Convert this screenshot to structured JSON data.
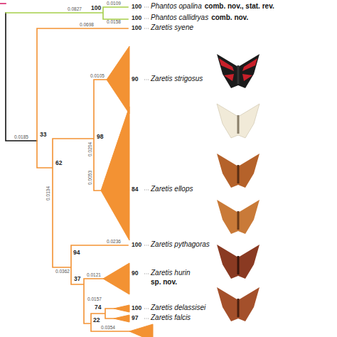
{
  "diagram": {
    "labels": [
      "0.0827",
      "100",
      "0.0109",
      "100",
      "Phantos opalina",
      "comb. nov., stat. rev.",
      "0.0158",
      "100",
      "Phantos callidryas",
      "comb. nov.",
      "0.0698",
      "100",
      "Zaretis syene",
      "0.0185",
      "33",
      "0.0134",
      "62",
      "0.0105",
      "90",
      "Zaretis strigosus",
      "0.0204",
      "98",
      "0.0053",
      "84",
      "Zaretis ellops",
      "0.0236",
      "100",
      "Zaretis pythagoras",
      "0.0362",
      "94",
      "37",
      "0.0121",
      "90",
      "Zaretis hurin",
      "sp. nov.",
      "74",
      "22",
      "0.0157",
      "100",
      "Zaretis delassisei",
      "97",
      "Zaretis falcis",
      "0.0354"
    ]
  }
}
